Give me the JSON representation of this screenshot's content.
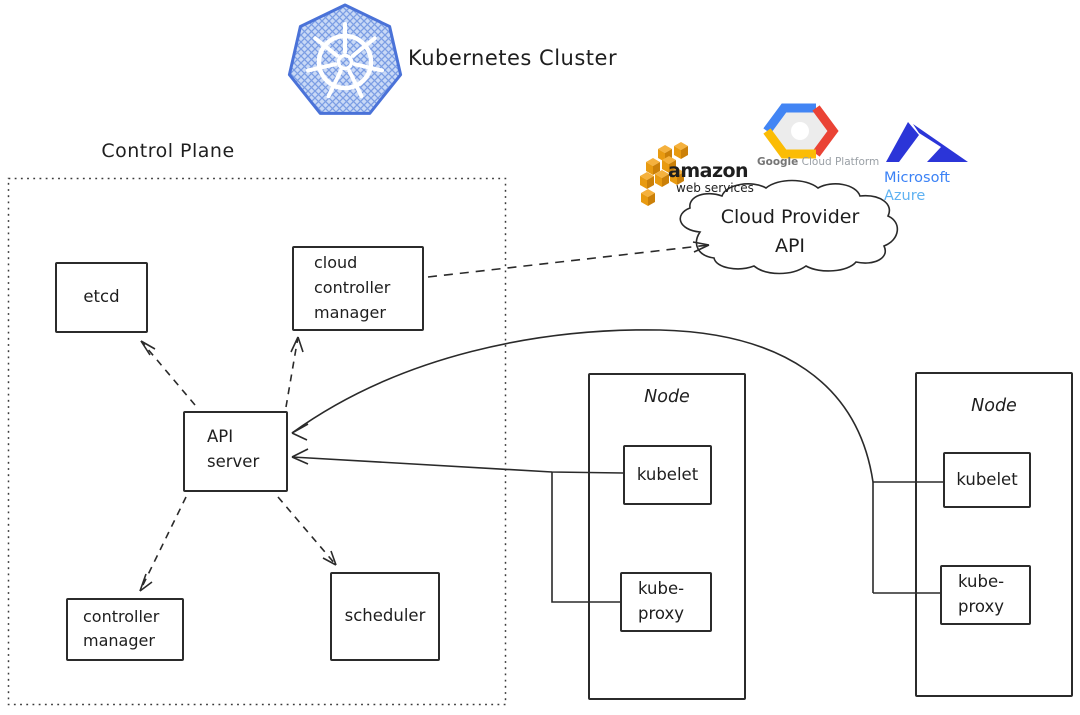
{
  "header": {
    "title": "Kubernetes Cluster"
  },
  "control_plane": {
    "label": "Control Plane",
    "components": {
      "etcd": "etcd",
      "cloud_controller_manager": "cloud controller manager",
      "api_server": "API server",
      "controller_manager": "controller manager",
      "scheduler": "scheduler"
    }
  },
  "cloud_provider": {
    "label": "Cloud Provider API",
    "aws": {
      "name": "amazon",
      "sub": "web services"
    },
    "gcp": {
      "brand": "Google",
      "rest": "Cloud Platform"
    },
    "azure": {
      "line1": "Microsoft",
      "line2": "Azure"
    }
  },
  "nodes": [
    {
      "label": "Node",
      "kubelet": "kubelet",
      "kube_proxy": "kube-proxy"
    },
    {
      "label": "Node",
      "kubelet": "kubelet",
      "kube_proxy": "kube-proxy"
    }
  ],
  "colors": {
    "ink": "#1e1e1e",
    "k8s_blue": "#4a72d8",
    "k8s_fill": "#c9d9f6",
    "k8s_hatch": "#7b9de4",
    "aws_top": "#f5b13d",
    "aws_left": "#e89a10",
    "aws_right": "#cb8008",
    "gcp_blue": "#4285F4",
    "gcp_red": "#EA4335",
    "gcp_yellow": "#FBBC05",
    "azure_logo": "#2b35d8"
  }
}
